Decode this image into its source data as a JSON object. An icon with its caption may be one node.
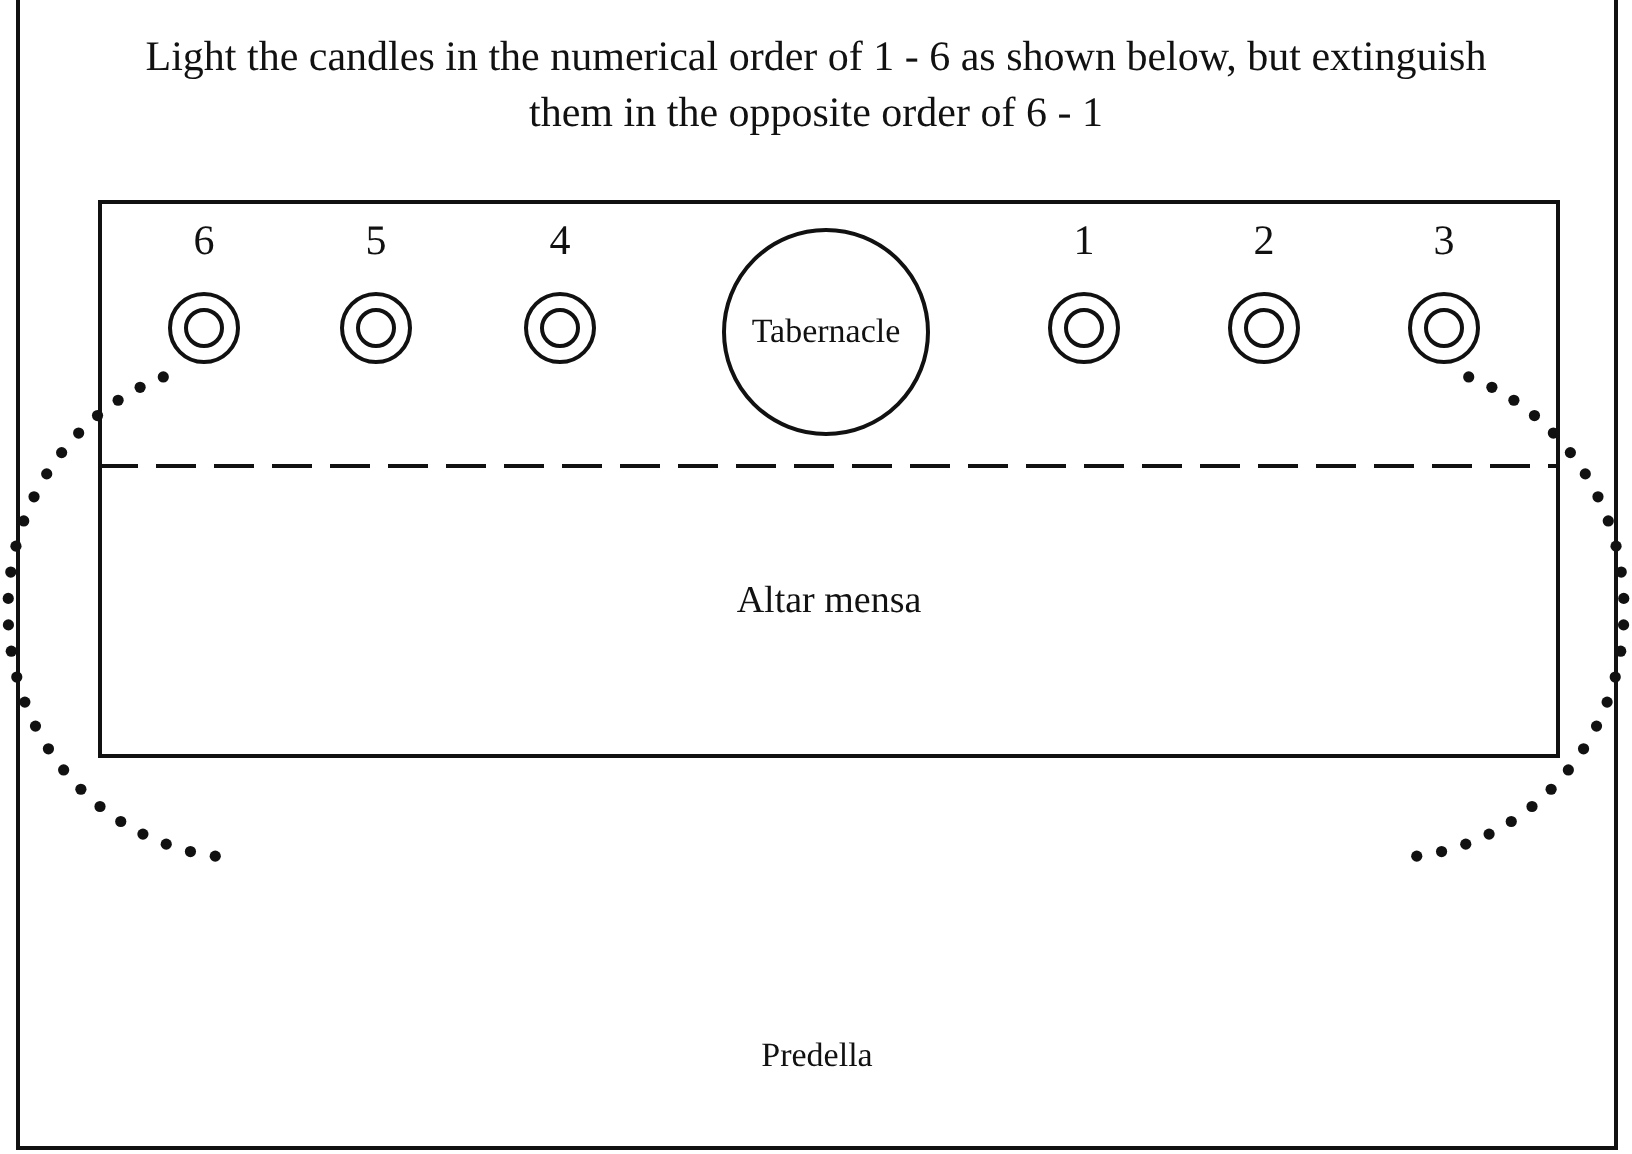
{
  "diagram": {
    "title": "Light the candles in the numerical order of 1 - 6 as shown below, but extinguish them in the opposite order of 6 - 1",
    "nodes": [
      {
        "text": [
          "Predella"
        ]
      },
      {
        "text": [
          "Altar mensa"
        ],
        "in": 0
      },
      {
        "text": [],
        "shape": "circle",
        "in": 1,
        "beside": [
          "6"
        ]
      },
      {
        "text": [],
        "shape": "circle",
        "in": 1,
        "beside": [
          "5"
        ]
      },
      {
        "text": [],
        "shape": "circle",
        "in": 1,
        "beside": [
          "4"
        ]
      },
      {
        "text": [
          "Tabernacle"
        ],
        "in": 1
      },
      {
        "text": [],
        "shape": "circle",
        "in": 1,
        "beside": [
          "1"
        ]
      },
      {
        "text": [],
        "shape": "circle",
        "in": 1,
        "beside": [
          "2"
        ]
      },
      {
        "text": [],
        "shape": "circle",
        "in": 1,
        "beside": [
          "3"
        ]
      }
    ]
  }
}
